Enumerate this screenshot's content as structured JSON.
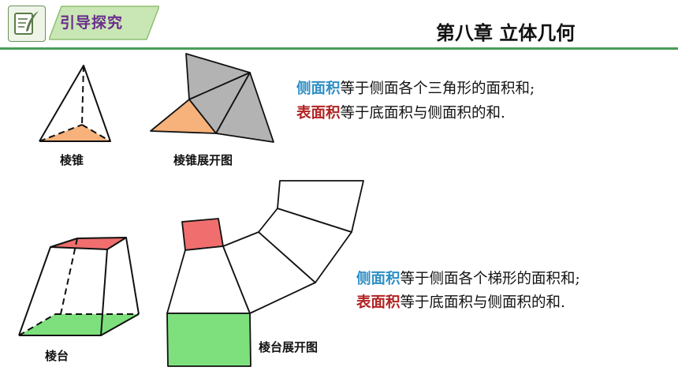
{
  "header": {
    "logo_icon": "feather-pen-icon",
    "tag_label": "引导探究",
    "chapter_title": "第八章  立体几何",
    "tag_color": "#c9e6b5",
    "accent_color": "#4a9d5b"
  },
  "figures": {
    "pyramid_caption": "棱锥",
    "pyramid_net_caption": "棱锥展开图",
    "frustum_caption": "棱台",
    "frustum_net_caption": "棱台展开图"
  },
  "pyramid_text": {
    "line1_keyword": "侧面积",
    "line1_rest": "等于侧面各个三角形的面积和;",
    "line2_keyword": "表面积",
    "line2_rest": "等于底面积与侧面积的和."
  },
  "frustum_text": {
    "line1_keyword": "侧面积",
    "line1_rest": "等于侧面各个梯形的面积和;",
    "line2_keyword": "表面积",
    "line2_rest": "等于底面积与侧面积的和."
  },
  "colors": {
    "keyword_blue": "#2e8fc5",
    "keyword_red": "#b22222",
    "base_orange": "#f6b27a",
    "face_gray": "#b3b3b3",
    "frustum_top_red": "#f06e6e",
    "frustum_base_green": "#7de07d"
  }
}
